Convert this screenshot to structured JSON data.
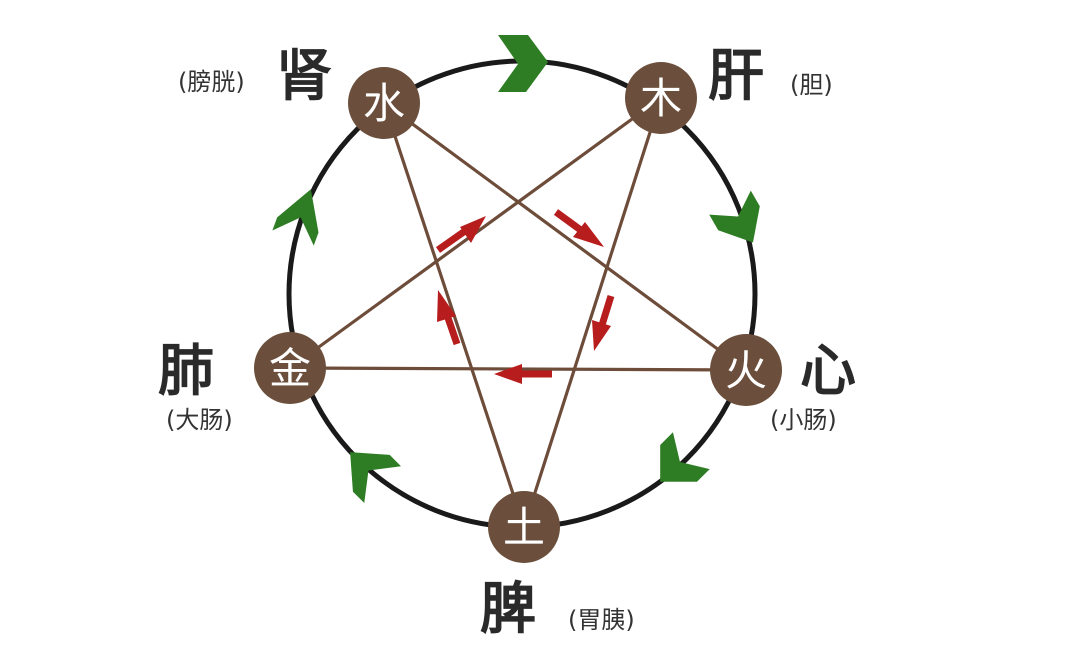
{
  "elements": [
    {
      "key": "water",
      "glyph": "水",
      "organ": "肾",
      "paired": "(膀胱)"
    },
    {
      "key": "wood",
      "glyph": "木",
      "organ": "肝",
      "paired": "(胆)"
    },
    {
      "key": "fire",
      "glyph": "火",
      "organ": "心",
      "paired": "(小肠)"
    },
    {
      "key": "earth",
      "glyph": "土",
      "organ": "脾",
      "paired": "(胃胰)"
    },
    {
      "key": "metal",
      "glyph": "金",
      "organ": "肺",
      "paired": "(大肠)"
    }
  ],
  "colors": {
    "ring": "#1a1a1a",
    "node": "#6b4f3c",
    "star_line": "#6d4c3a",
    "generating_arrow": "#2e7d24",
    "controlling_arrow": "#b81d1d"
  }
}
